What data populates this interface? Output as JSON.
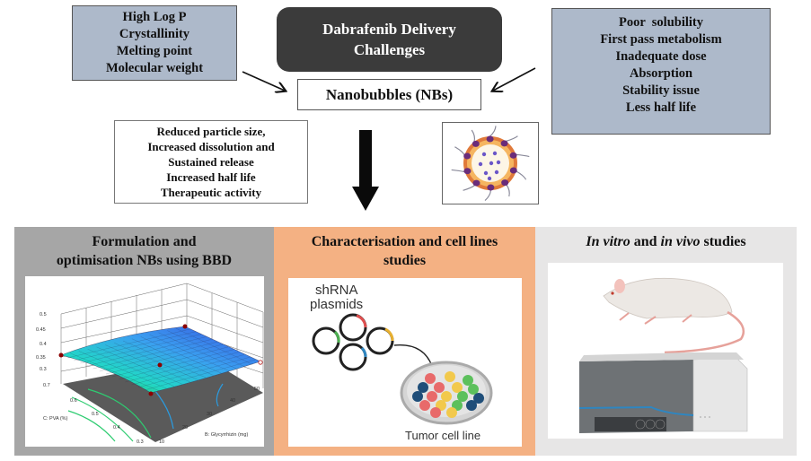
{
  "top": {
    "title_lines": [
      "Dabrafenib Delivery",
      "Challenges"
    ],
    "center_label": "Nanobubbles (NBs)",
    "left_properties": [
      "High Log P",
      "Crystallinity",
      "Melting point",
      "Molecular weight"
    ],
    "right_challenges": [
      "Poor  solubility",
      "First pass metabolism",
      "Inadequate dose",
      "Absorption",
      "Stability issue",
      "Less half life"
    ],
    "benefits": [
      "Reduced particle size,",
      "Increased dissolution and",
      "Sustained release",
      "Increased half life",
      "Therapeutic activity"
    ],
    "illustration": "nanobubble-icon"
  },
  "panels": [
    {
      "title_lines": [
        "Formulation and",
        "optimisation NBs using BBD"
      ],
      "figure": "response-surface-plot",
      "plot": {
        "z_ticks": [
          "0.5",
          "0.45",
          "0.4",
          "0.35",
          "0.3"
        ],
        "c_ticks": [
          "0.7",
          "0.6",
          "0.5",
          "0.4",
          "0.3"
        ],
        "b_ticks": [
          "10",
          "20",
          "30",
          "40",
          "50"
        ],
        "c_label": "C: PVA (%)",
        "b_label": "B: Glycyrrhizin (mg)"
      }
    },
    {
      "title_lines": [
        "Characterisation and cell lines",
        "studies"
      ],
      "figure": "plasmid-transfection",
      "plasmid_label_lines": [
        "shRNA",
        "plasmids"
      ],
      "dish_label": "Tumor cell line"
    },
    {
      "title_parts": [
        {
          "text": "In vitro",
          "italic": true
        },
        {
          "text": " and ",
          "italic": false
        },
        {
          "text": "in vivo",
          "italic": true
        },
        {
          "text": " studies",
          "italic": false
        }
      ],
      "figure": "rat-and-imaging-system"
    }
  ],
  "colors": {
    "blue_box": "#adb9ca",
    "title_box": "#3b3b3b",
    "panel1": "#a6a6a6",
    "panel2": "#f4b183",
    "panel3": "#e7e6e6"
  }
}
